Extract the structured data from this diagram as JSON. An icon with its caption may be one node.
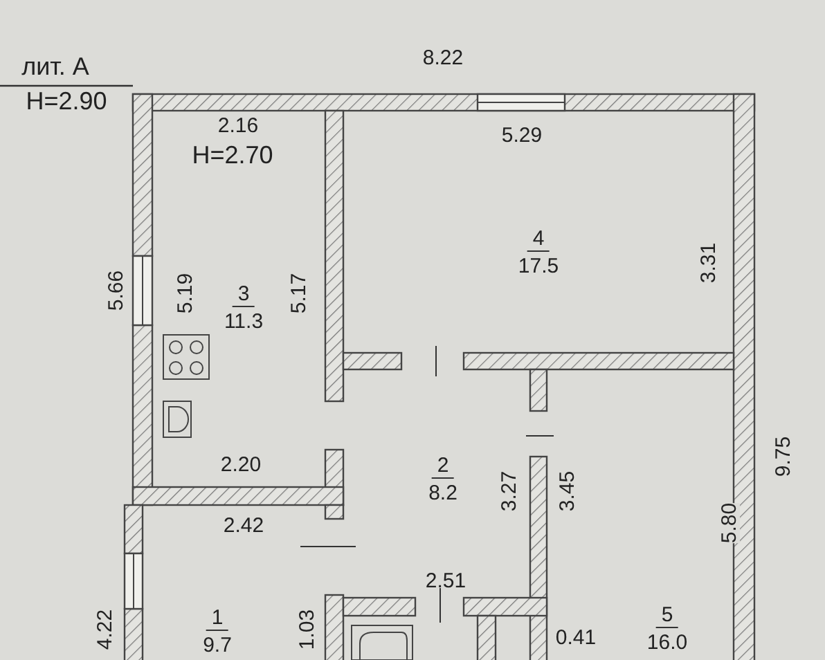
{
  "diagram": {
    "nodes": [
      {
        "text": [
          "3",
          "11.3"
        ]
      },
      {
        "text": [
          "4",
          "17.5"
        ]
      },
      {
        "text": [
          "2",
          "8.2"
        ]
      },
      {
        "text": [
          "5",
          "16.0"
        ]
      },
      {
        "text": [
          "1",
          "9.7"
        ]
      }
    ],
    "edges": [],
    "labels": [
      "лит. А",
      "8.22",
      "H=2.90",
      "2.16",
      "5.29",
      "H=2.70",
      "3.31",
      "5.66",
      "5.19",
      "5.17",
      "9.75",
      "2.20",
      "3.27",
      "3.45",
      "2.42",
      "5.80",
      "2.51",
      "4.22",
      "1.03",
      "0.41"
    ]
  }
}
